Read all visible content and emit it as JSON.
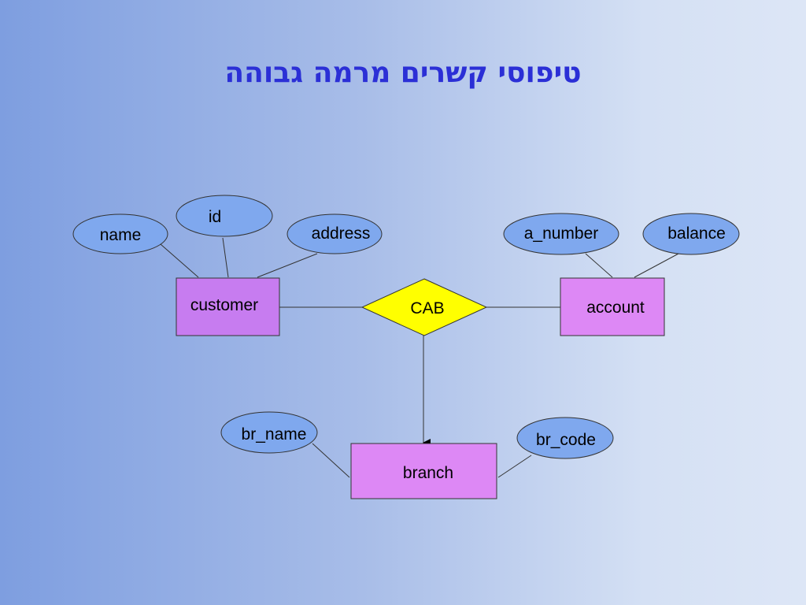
{
  "slide": {
    "title": "טיפוסי קשרים מרמה גבוהה"
  },
  "colors": {
    "attribute_fill": "#7fa8ee",
    "entity_fill_dark": "#c77cf0",
    "entity_fill_light": "#dd88f5",
    "relationship_fill": "#ffff00",
    "title_color": "#2b2fd6"
  },
  "diagram": {
    "entities": {
      "customer": "customer",
      "account": "account",
      "branch": "branch"
    },
    "relationship": "CAB",
    "attributes": {
      "customer_name": "name",
      "customer_id": "id",
      "customer_address": "address",
      "account_number": "a_number",
      "account_balance": "balance",
      "branch_name": "br_name",
      "branch_code": "br_code"
    }
  }
}
